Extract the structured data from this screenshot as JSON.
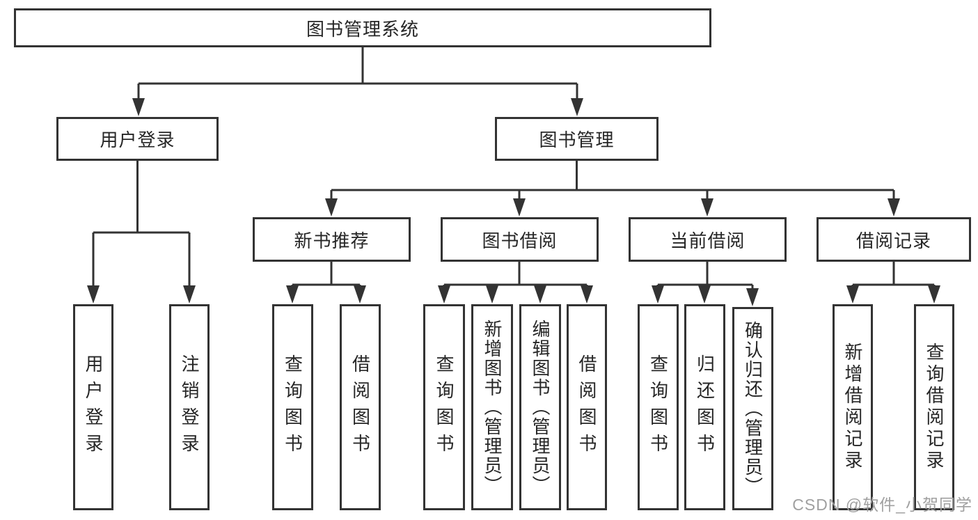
{
  "title": "图书管理系统",
  "level2": [
    {
      "label": "用户登录"
    },
    {
      "label": "图书管理"
    }
  ],
  "level3": [
    {
      "label": "新书推荐"
    },
    {
      "label": "图书借阅"
    },
    {
      "label": "当前借阅"
    },
    {
      "label": "借阅记录"
    }
  ],
  "leaves": [
    {
      "label": "用户登录"
    },
    {
      "label": "注销登录"
    },
    {
      "label": "查询图书"
    },
    {
      "label": "借阅图书"
    },
    {
      "label": "查询图书"
    },
    {
      "label": "新增图书（管理员）"
    },
    {
      "label": "编辑图书（管理员）"
    },
    {
      "label": "借阅图书"
    },
    {
      "label": "查询图书"
    },
    {
      "label": "归还图书"
    },
    {
      "label": "确认归还（管理员）"
    },
    {
      "label": "新增借阅记录"
    },
    {
      "label": "查询借阅记录"
    }
  ],
  "watermark": {
    "text": "CSDN @软件_小贺同学"
  },
  "colors": {
    "line": "#333333",
    "border": "#333333",
    "text": "#262626",
    "watermark": "#a0a0a0",
    "background": "#ffffff"
  }
}
